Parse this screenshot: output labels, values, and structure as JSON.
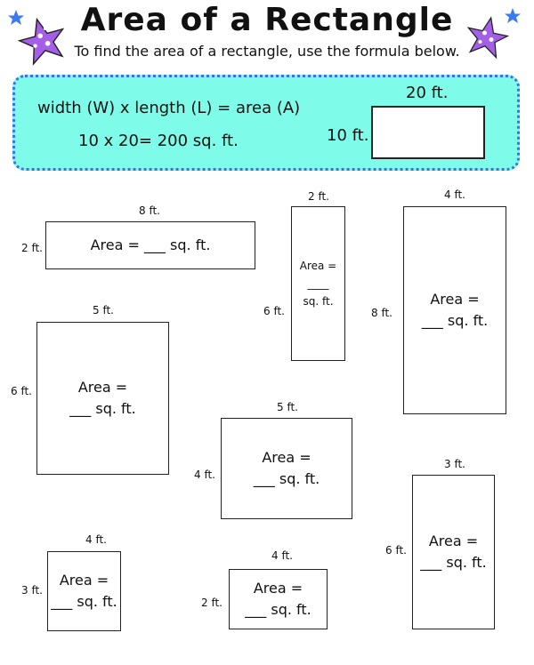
{
  "title": "Area of a Rectangle",
  "subtitle": "To find the area of a rectangle, use the formula below.",
  "banner": {
    "formula": "width (W) x length (L) = area (A)",
    "example": "10 x 20= 200 sq. ft.",
    "example_width": "20 ft.",
    "example_length": "10 ft."
  },
  "area_line1": "Area =",
  "area_line2": "___ sq. ft.",
  "area_blank": "____",
  "area_unit": "sq. ft.",
  "problems": [
    {
      "width": "8 ft.",
      "length": "2 ft."
    },
    {
      "width": "2 ft.",
      "length": "6 ft."
    },
    {
      "width": "4 ft.",
      "length": "8 ft."
    },
    {
      "width": "5 ft.",
      "length": "6 ft."
    },
    {
      "width": "5 ft.",
      "length": "4 ft."
    },
    {
      "width": "3 ft.",
      "length": "6 ft."
    },
    {
      "width": "4 ft.",
      "length": "3 ft."
    },
    {
      "width": "4 ft.",
      "length": "2 ft."
    }
  ],
  "colors": {
    "banner": "#7ffbe9",
    "dots": "#3f6fe8",
    "star": "#a45ee8",
    "small_star": "#3a7bf0"
  }
}
